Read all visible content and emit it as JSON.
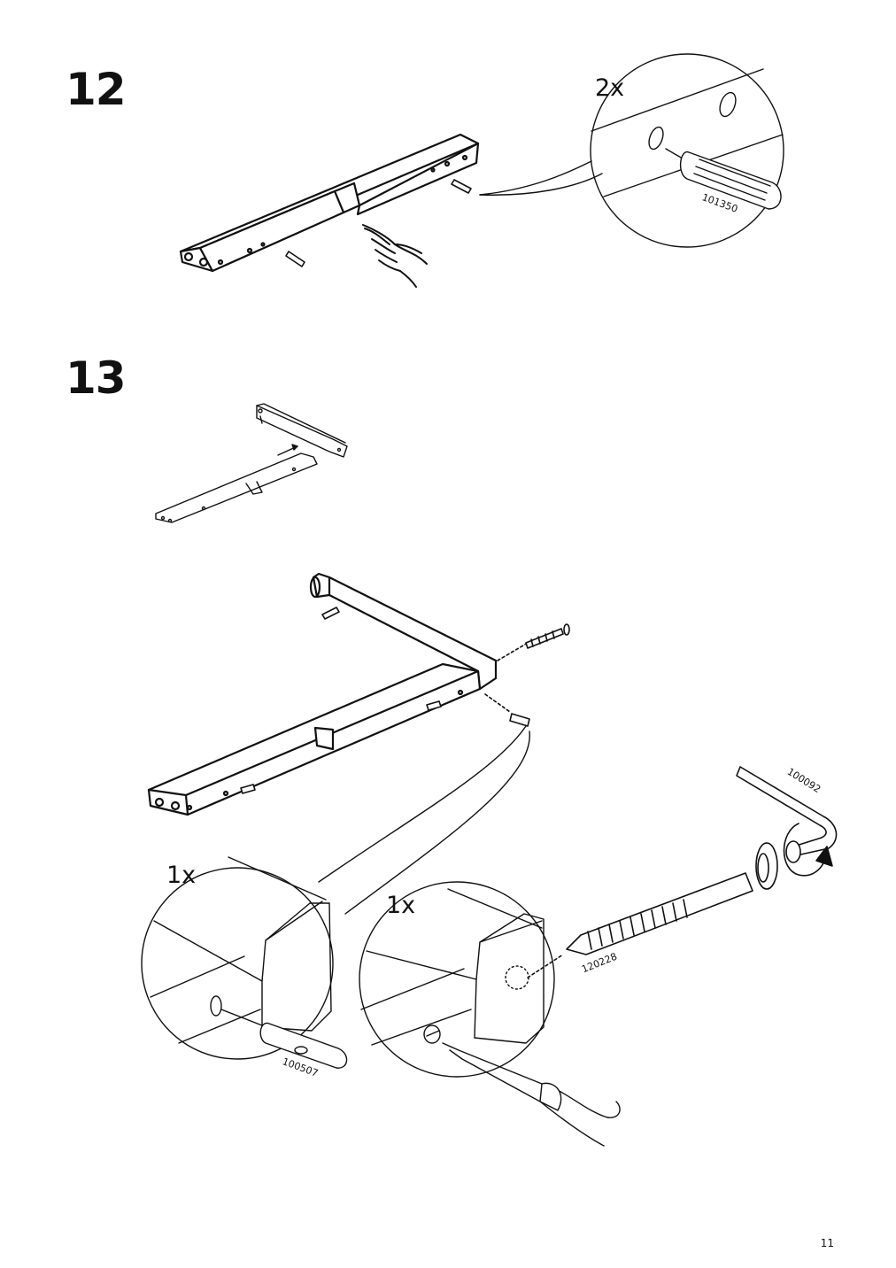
{
  "steps": [
    {
      "number": "12",
      "callout": {
        "quantity": "2x",
        "part_number": "101350"
      }
    },
    {
      "number": "13",
      "callouts": [
        {
          "quantity": "1x",
          "part_number": "100507"
        },
        {
          "quantity": "1x",
          "part_number": ""
        }
      ],
      "parts": {
        "bolt": "120228",
        "allen_key": "100092"
      }
    }
  ],
  "icons": [
    "pointing-hand-icon",
    "rotate-arrow-icon",
    "screwdriver-icon"
  ],
  "page_number": "11"
}
